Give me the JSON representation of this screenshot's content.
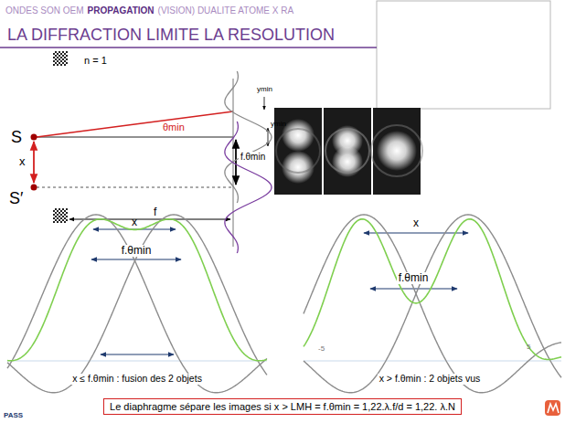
{
  "diagram": {
    "title": "LA DIFFRACTION LIMITE LA RESOLUTION",
    "nodes": [
      {
        "text": [
          "Le diaphragme sépare les images si x > LMH = f.θmin = 1,22.λ.f/d = 1,22. λ.N"
        ]
      }
    ],
    "labels": [
      "ONDES SON OEM",
      "PROPAGATION",
      "(VISION) DUALITE ATOME X RA",
      "n = 1",
      "S",
      "θmin",
      "ymin",
      "f.θmin",
      "ymin",
      "x",
      "S′",
      "f",
      "x",
      "f.θmin",
      "x ≤ f.θmin : fusion des 2 objets",
      "x",
      "f.θmin",
      "x > f.θmin : 2 objets vus",
      "-5",
      "5",
      "PASS"
    ]
  }
}
